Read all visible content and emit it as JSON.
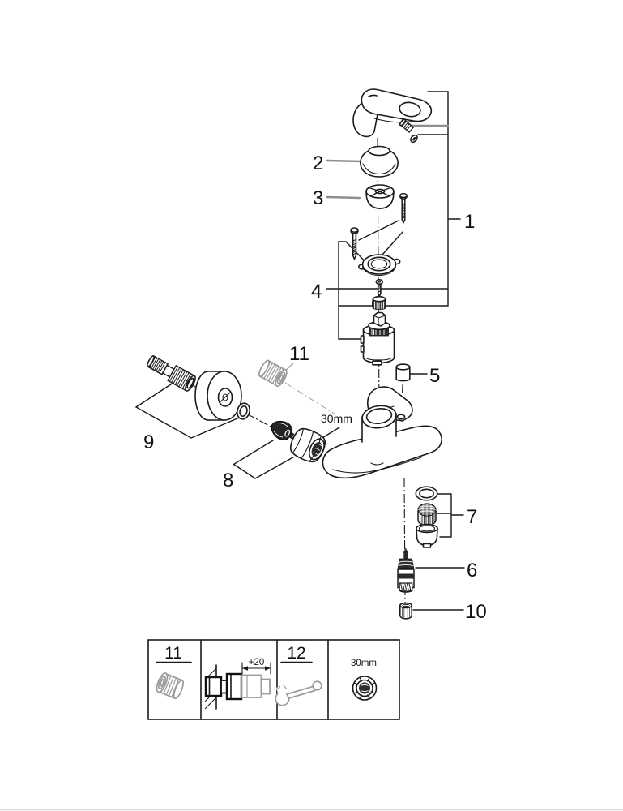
{
  "diagram": {
    "kind": "exploded-parts-diagram",
    "subject": "single-lever bath shower mixer faucet",
    "background": "#ffffff",
    "line_color": "#1a1a1a",
    "muted_color": "#9b9b9b",
    "callouts": [
      {
        "num": "1",
        "part": "lever-handle-assembly"
      },
      {
        "num": "2",
        "part": "dome-cap"
      },
      {
        "num": "3",
        "part": "cartridge-cover-ring"
      },
      {
        "num": "4",
        "part": "cartridge-assembly"
      },
      {
        "num": "5",
        "part": "plug-cylinder"
      },
      {
        "num": "6",
        "part": "diverter-cartridge"
      },
      {
        "num": "7",
        "part": "aerator-assembly"
      },
      {
        "num": "8",
        "part": "check-valve-and-union-nut"
      },
      {
        "num": "9",
        "part": "s-union-with-escutcheon-and-seal"
      },
      {
        "num": "10",
        "part": "diverter-knob-sleeve"
      },
      {
        "num": "11",
        "part": "extension-fitting"
      }
    ],
    "annotations": {
      "nut_size": "30mm"
    },
    "legend": {
      "item11": "11",
      "item12": "12",
      "extension_dim": "+20",
      "nut_size": "30mm",
      "cells": [
        {
          "label": "11",
          "icon": "extension-fitting-icon"
        },
        {
          "label": "+20",
          "icon": "wall-extension-installation-icon"
        },
        {
          "label": "12",
          "icon": "open-end-wrench-icon"
        },
        {
          "label": "30mm",
          "icon": "union-nut-icon"
        }
      ]
    }
  }
}
